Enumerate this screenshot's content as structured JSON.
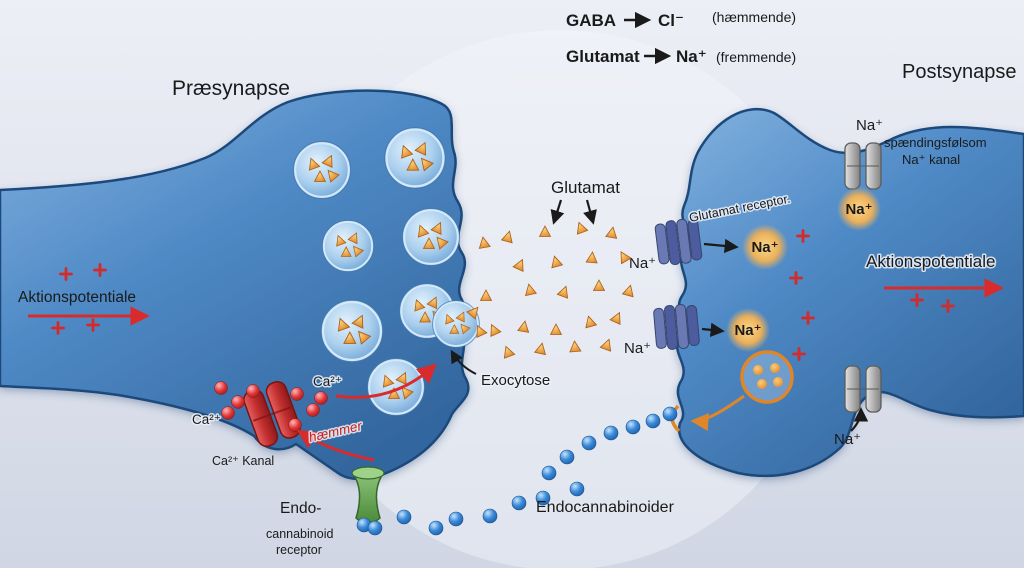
{
  "legend": {
    "gaba": "GABA",
    "gaba_target": "Cl⁻",
    "gaba_note": "(hæmmende)",
    "glutamat": "Glutamat",
    "glutamat_target": "Na⁺",
    "glutamat_note": "(fremmende)"
  },
  "presynapse": {
    "title": "Præsynapse",
    "action_potential": "Aktionspotentiale",
    "ca_ion": "Ca²⁺",
    "ca_channel": "Ca²⁺ Kanal",
    "ca_influx": "Ca²⁺",
    "inhibits": "hæmmer",
    "endo_receptor_line1": "Endo-",
    "endo_receptor_line2": "cannabinoid",
    "endo_receptor_line3": "receptor",
    "exocytosis": "Exocytose"
  },
  "cleft": {
    "glutamat": "Glutamat",
    "endocannabinoids": "Endocannabinoider"
  },
  "postsynapse": {
    "title": "Postsynapse",
    "glutamat_receptor": "Glutamat receptor.",
    "na_cleft_upper": "Na⁺",
    "na_cleft_lower": "Na⁺",
    "na_glow_upper": "Na⁺",
    "na_glow_lower": "Na⁺",
    "na_top": "Na⁺",
    "na_channel_line1": "spændingsfølsom",
    "na_channel_line2": "Na⁺ kanal",
    "na_glow_top": "Na⁺",
    "action_potential": "Aktionspotentiale",
    "na_bottom": "Na⁺"
  },
  "colors": {
    "cell_blue": "#4f8ac6",
    "membrane_stroke": "#1f4a7c",
    "glutamate_orange": "#e08a2e",
    "endocannabinoid_blue": "#2f7fd0",
    "calcium_red": "#d92b2b",
    "receptor_green": "#5f9c4c",
    "receptor_purple": "#5a6aa8",
    "channel_gray": "#9a9a9a",
    "glow_orange": "#f5b54d",
    "background_top": "#edeff6",
    "background_bottom": "#d3d8e6"
  }
}
